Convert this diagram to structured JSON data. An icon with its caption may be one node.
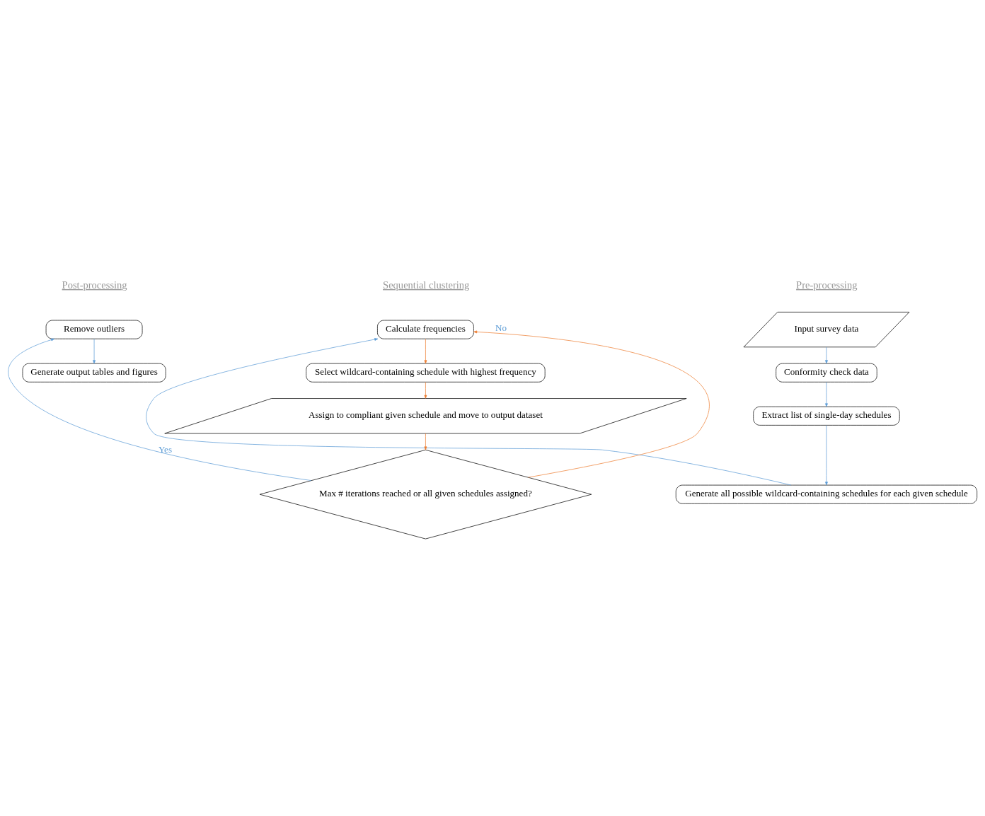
{
  "diagram": {
    "nodes": [
      {
        "text": [
          "Input survey data"
        ]
      },
      {
        "text": [
          "Conformity check data"
        ]
      },
      {
        "text": [
          "Extract list of single-day schedules"
        ]
      },
      {
        "text": [
          "Generate all possible wildcard-containing schedules for each given schedule"
        ]
      },
      {
        "text": [
          "Calculate frequencies"
        ]
      },
      {
        "text": [
          "Select wildcard-containing schedule with highest frequency"
        ]
      },
      {
        "text": [
          "Assign to compliant given schedule and move to output dataset"
        ]
      },
      {
        "text": [
          "Max # iterations reached or all given schedules assigned?"
        ]
      },
      {
        "text": [
          "Remove outliers"
        ]
      },
      {
        "text": [
          "Generate output tables and figures"
        ]
      }
    ],
    "edges": [
      {
        "from": 0,
        "to": 1,
        "arrow": "to"
      },
      {
        "from": 1,
        "to": 2,
        "arrow": "to"
      },
      {
        "from": 2,
        "to": 3,
        "arrow": "to"
      },
      {
        "from": 3,
        "to": 4,
        "arrow": "to"
      },
      {
        "from": 4,
        "to": 5,
        "arrow": "to",
        "color": "#ed7d31"
      },
      {
        "from": 5,
        "to": 6,
        "arrow": "to",
        "color": "#ed7d31"
      },
      {
        "from": 6,
        "to": 7,
        "arrow": "to",
        "color": "#ed7d31"
      },
      {
        "from": 7,
        "to": 4,
        "arrow": "to",
        "label": "No",
        "color": "#ed7d31"
      },
      {
        "from": 7,
        "to": 8,
        "arrow": "to",
        "label": "Yes"
      },
      {
        "from": 8,
        "to": 9,
        "arrow": "to"
      }
    ],
    "labels": [
      "Pre-processing",
      "Sequential clustering",
      "Post-processing"
    ]
  }
}
